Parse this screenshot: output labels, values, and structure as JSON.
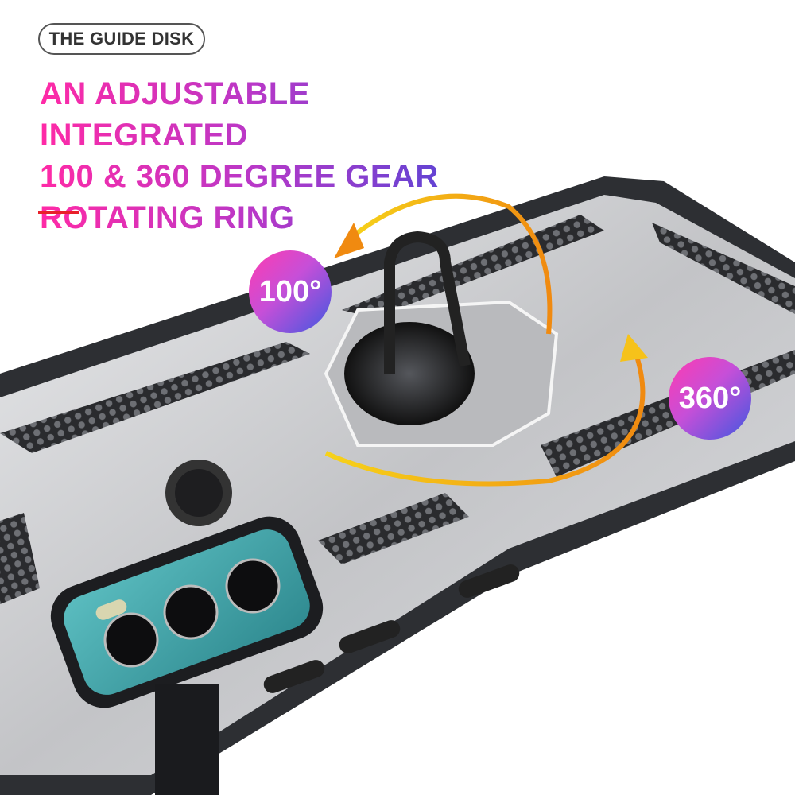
{
  "tag": "THE GUIDE DISK",
  "headline": [
    "AN ADJUSTABLE INTEGRATED",
    "100 & 360 DEGREE GEAR",
    "ROTATING RING"
  ],
  "badges": {
    "angle_small": "100°",
    "angle_large": "360°"
  },
  "colors": {
    "accent_pink": "#ff2aa6",
    "accent_blue": "#4048d8",
    "divider_red": "#e8202a",
    "arrow_orange": "#f08a10",
    "arrow_yellow": "#f6d21a",
    "case_silver": "#c9cacc",
    "camera_teal": "#4aa9ae"
  }
}
